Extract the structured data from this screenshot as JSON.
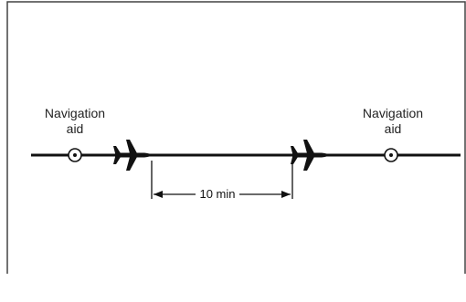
{
  "navaid_left": {
    "line1": "Navigation",
    "line2": "aid"
  },
  "navaid_right": {
    "line1": "Navigation",
    "line2": "aid"
  },
  "separation": {
    "label": "10 min"
  },
  "colors": {
    "line": "#111111",
    "border": "#444444",
    "background": "#ffffff"
  },
  "icons": [
    "navaid-icon",
    "airplane-icon",
    "arrow-left-icon",
    "arrow-right-icon"
  ]
}
